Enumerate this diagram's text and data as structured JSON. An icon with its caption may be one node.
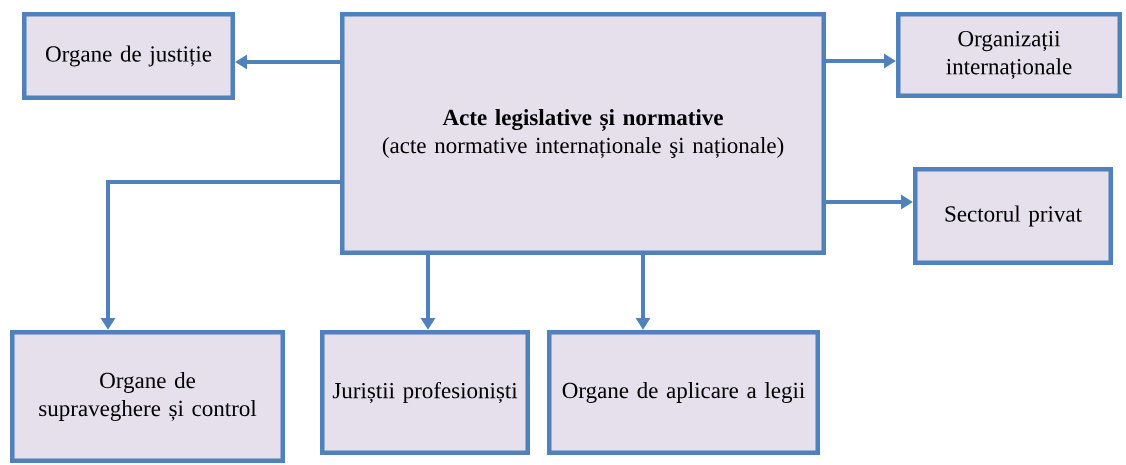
{
  "diagram": {
    "nodes": [
      {
        "text": [
          "Organe de justiție"
        ]
      },
      {
        "text": [
          "Acte legislative și normative",
          "(acte normative internaționale şi naționale)"
        ]
      },
      {
        "text": [
          "Organizații internaționale"
        ]
      },
      {
        "text": [
          "Sectorul privat"
        ]
      },
      {
        "text": [
          "Organe de supraveghere și control"
        ]
      },
      {
        "text": [
          "Juriștii profesioniști"
        ]
      },
      {
        "text": [
          "Organe de aplicare a legii"
        ]
      }
    ],
    "edges": [
      {
        "from": 1,
        "to": 0,
        "arrow": "to"
      },
      {
        "from": 1,
        "to": 2,
        "arrow": "to"
      },
      {
        "from": 1,
        "to": 3,
        "arrow": "to"
      },
      {
        "from": 1,
        "to": 4,
        "arrow": "to"
      },
      {
        "from": 1,
        "to": 5,
        "arrow": "to"
      },
      {
        "from": 1,
        "to": 6,
        "arrow": "to"
      }
    ]
  }
}
